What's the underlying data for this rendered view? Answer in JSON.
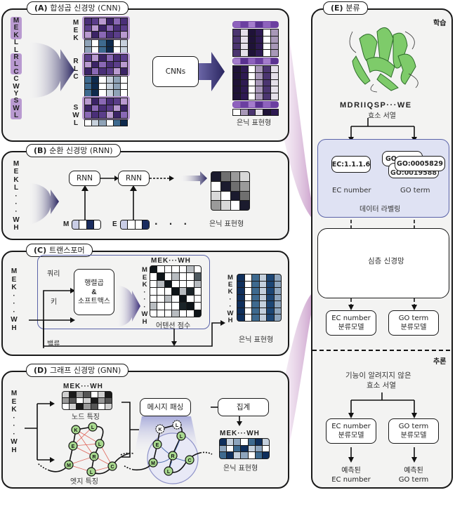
{
  "panels": {
    "A": {
      "title_prefix": "(A)",
      "title": "합성곱 신경망 (CNN)",
      "input_sequence": [
        "M",
        "E",
        "K",
        "L",
        "L",
        "R",
        "L",
        "C",
        "C",
        "W",
        "Y",
        "S",
        "W",
        "L"
      ],
      "highlighted_groups": [
        [
          "M",
          "E",
          "K"
        ],
        [
          "R",
          "L",
          "C"
        ],
        [
          "S",
          "W",
          "L"
        ]
      ],
      "box_label": "CNNs",
      "output_label": "은닉 표현형",
      "colors": {
        "purple_light": "#b99ad0",
        "purple_mid": "#7a5aa3",
        "purple_dark": "#3b2466",
        "navy": "#1b2d4f"
      }
    },
    "B": {
      "title_prefix": "(B)",
      "title": "순환 신경망 (RNN)",
      "input_sequence": [
        "M",
        "E",
        "K",
        "L",
        "·",
        "·",
        "·",
        "W",
        "H"
      ],
      "cell_labels": [
        "RNN",
        "RNN"
      ],
      "token_inputs": [
        "M",
        "E"
      ],
      "ellipsis": "· · ·",
      "output_label": "은닉 표현형"
    },
    "C": {
      "title_prefix": "(C)",
      "title": "트랜스포머",
      "input_sequence": [
        "M",
        "E",
        "K",
        "·",
        "·",
        "·",
        "W",
        "H"
      ],
      "query_label": "쿼리",
      "key_label": "키",
      "value_label": "밸류",
      "op_box_lines": [
        "행렬곱",
        "&",
        "소프트맥스"
      ],
      "matrix_header": "MEK···WH",
      "matrix_rows": [
        "M",
        "E",
        "K",
        "·",
        "·",
        "·",
        "W",
        "H"
      ],
      "attention_label": "어텐션 점수",
      "output_rows": [
        "M",
        "E",
        "K",
        "·",
        "·",
        "W",
        "H"
      ],
      "output_label": "은닉 표현형"
    },
    "D": {
      "title_prefix": "(D)",
      "title": "그래프 신경망 (GNN)",
      "input_sequence": [
        "M",
        "E",
        "K",
        "·",
        "·",
        "·",
        "W",
        "H"
      ],
      "node_matrix_header": "MEK···WH",
      "node_feature_label": "노드 특징",
      "edge_feature_label": "엣지 특징",
      "graph_nodes": [
        "K",
        "L",
        "E",
        "L",
        "R",
        "M",
        "L",
        "C"
      ],
      "message_passing_label": "메시지 패싱",
      "aggregate_label": "집계",
      "output_header": "MEK···WH",
      "output_label": "은닉 표현형"
    },
    "E": {
      "title_prefix": "(E)",
      "title": "분류",
      "training_label": "학습",
      "enzyme_sequence": "MDRIIQSP···WE",
      "enzyme_sequence_label": "효소 서열",
      "ec_tag": "EC:1.1.1.6",
      "go_tags": [
        "GO:0005829",
        "GO:0019588",
        "GO"
      ],
      "ec_caption": "EC number",
      "go_caption": "GO term",
      "labeling_caption": "데이터 라벨링",
      "deep_net_label": "심층 신경망",
      "ec_model": [
        "EC number",
        "분류모델"
      ],
      "go_model": [
        "GO term",
        "분류모델"
      ],
      "inference_label": "추론",
      "unknown_seq_lines": [
        "기능이 알려지지 않은",
        "효소 서열"
      ],
      "ec_model_infer": [
        "EC number",
        "분류모델"
      ],
      "go_model_infer": [
        "GO term",
        "분류모델"
      ],
      "ec_pred": [
        "예측된",
        "EC number"
      ],
      "go_pred": [
        "예측된",
        "GO term"
      ],
      "colors": {
        "protein_green": "#6cbf5a",
        "labeling_border": "#5a63a8",
        "labeling_fill": "#dfe2f3",
        "funnel_purple": "#a55aa6"
      }
    }
  }
}
